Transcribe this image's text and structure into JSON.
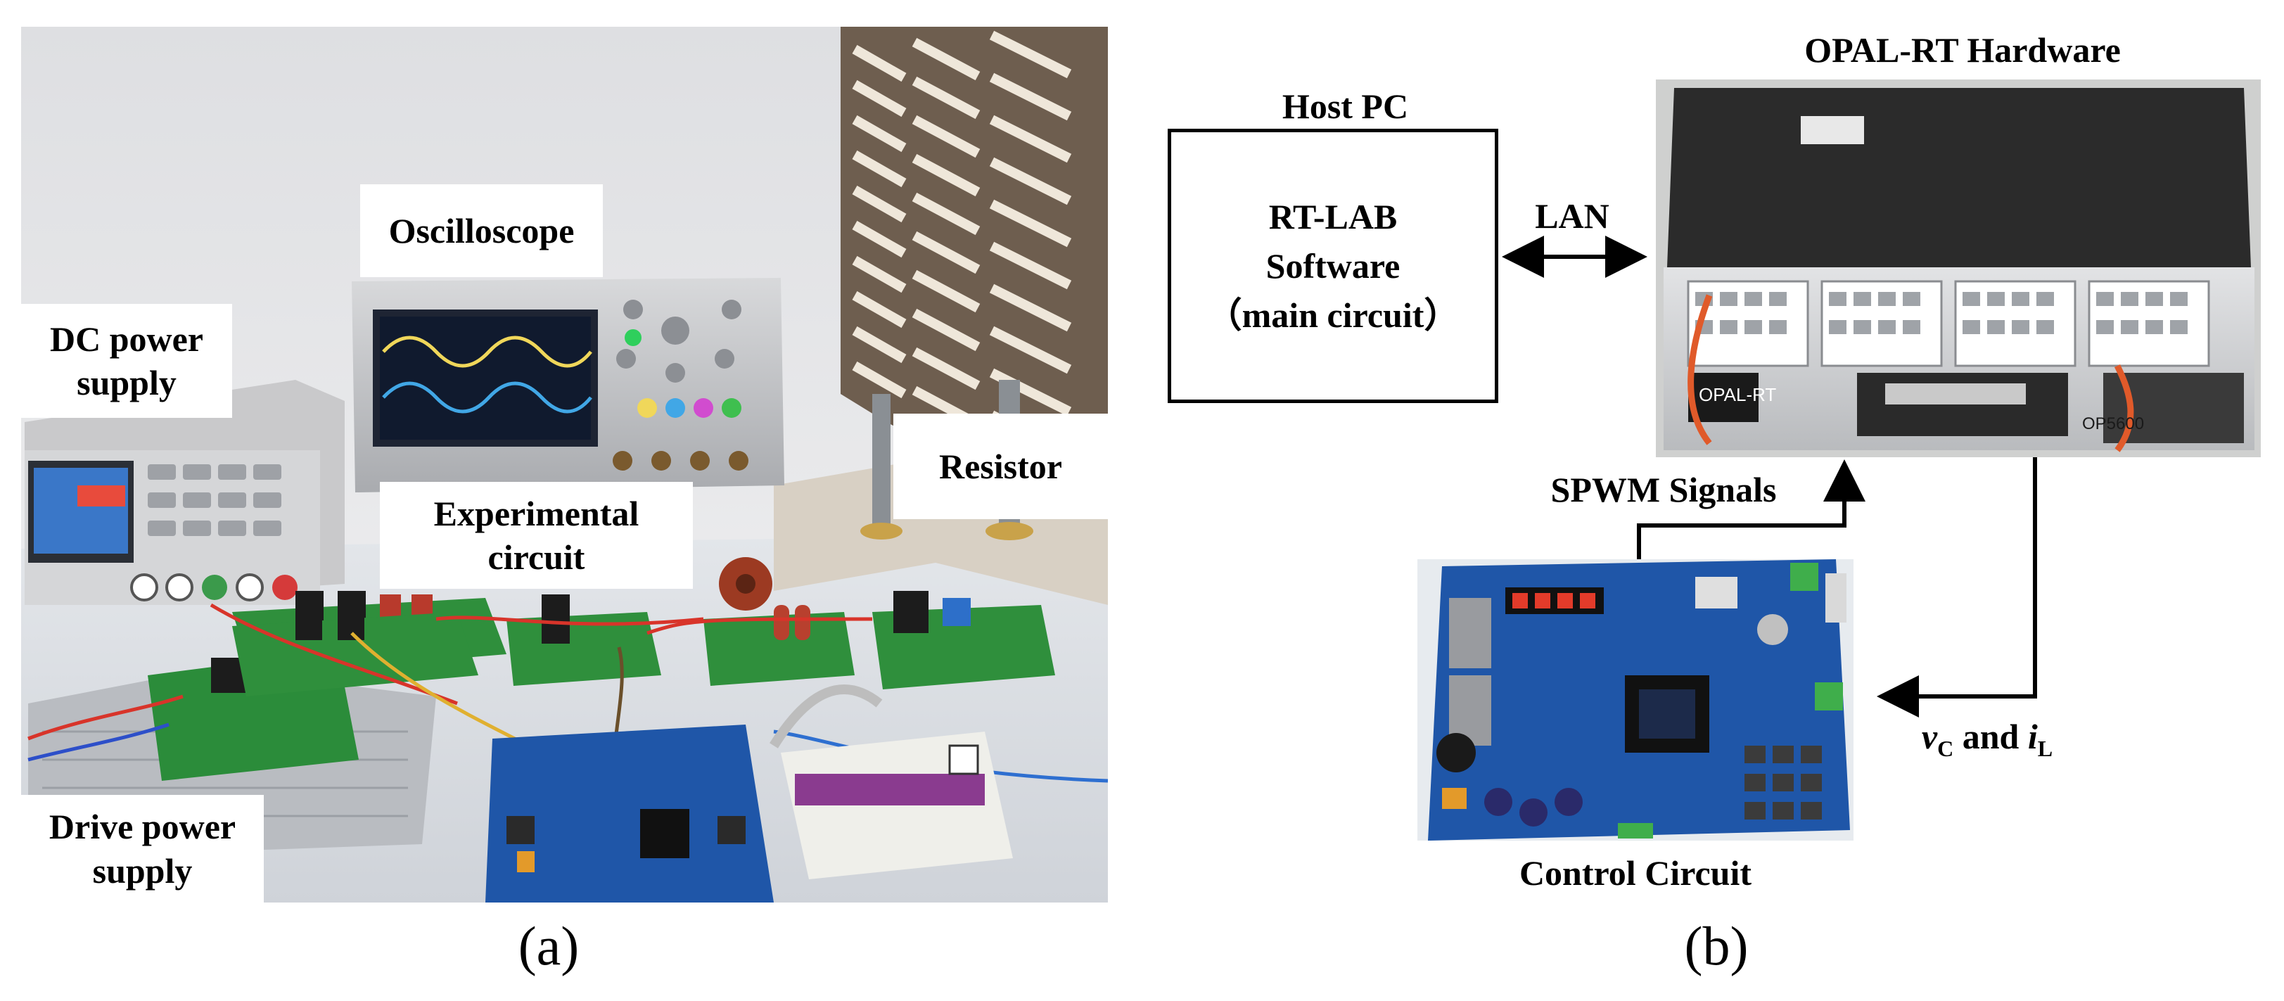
{
  "panel_a": {
    "labels": {
      "oscilloscope": "Oscilloscope",
      "dc_power_line1": "DC power",
      "dc_power_line2": "supply",
      "resistor": "Resistor",
      "experimental_line1": "Experimental",
      "experimental_line2": "circuit",
      "drive_power_line1": "Drive power",
      "drive_power_line2": "supply"
    },
    "caption": "(a)"
  },
  "panel_b": {
    "host_pc_title": "Host PC",
    "host_box_line1": "RT-LAB",
    "host_box_line2": "Software",
    "host_box_line3": "（main circuit）",
    "lan_label": "LAN",
    "opal_title": "OPAL-RT Hardware",
    "spwm_label": "SPWM Signals",
    "vc_il_label": {
      "v": "v",
      "v_sub": "C",
      "and": " and ",
      "i": "i",
      "i_sub": "L"
    },
    "control_circuit": "Control Circuit",
    "caption": "(b)",
    "device_brand": "OPAL-RT",
    "device_model": "OP5600"
  },
  "colors": {
    "ink": "#000000",
    "lab_wall": "#e9e9ea",
    "bench": "#dcdfe4",
    "pcb_green": "#2f8f3c",
    "dsp_board_blue": "#1f56a8",
    "opal_case": "#d9dbdc",
    "opal_top": "#2a2a2a"
  }
}
